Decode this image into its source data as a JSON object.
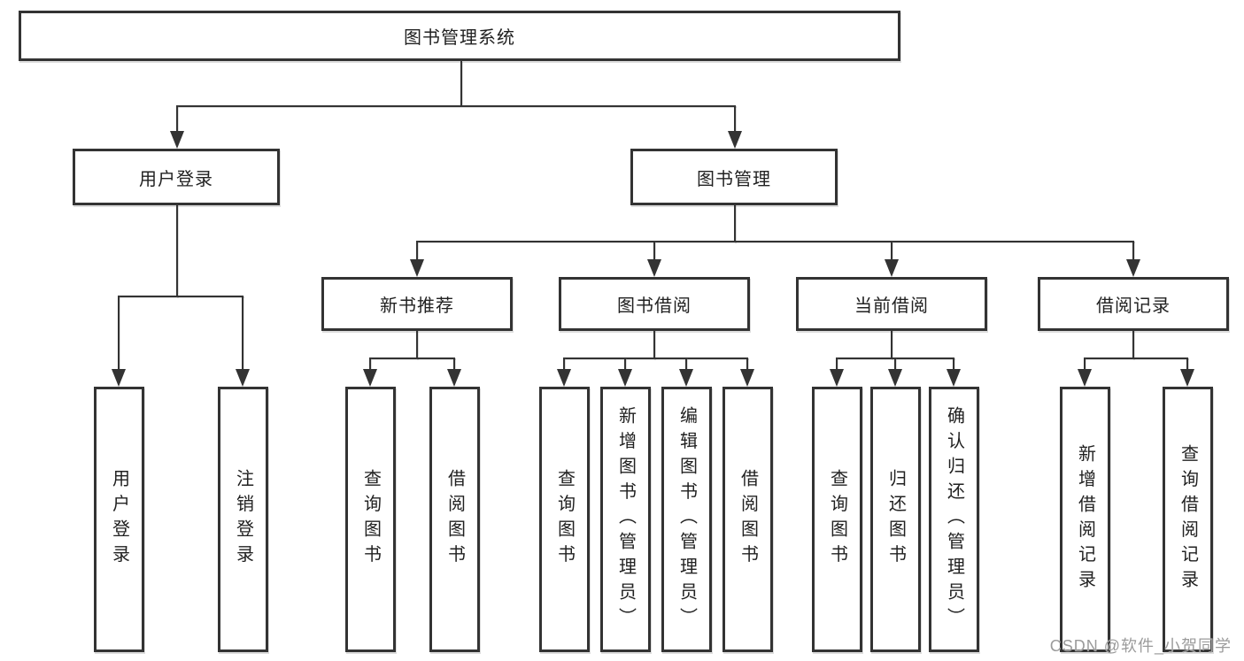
{
  "colors": {
    "line": "#333333",
    "text": "#212121",
    "background": "#ffffff",
    "watermark_color": "#9b9b9b"
  },
  "tree": {
    "root": "图书管理系统",
    "branches": [
      {
        "label": "用户登录",
        "children": [
          "用户登录",
          "注销登录"
        ]
      },
      {
        "label": "图书管理",
        "groups": [
          {
            "label": "新书推荐",
            "children": [
              "查询图书",
              "借阅图书"
            ]
          },
          {
            "label": "图书借阅",
            "children": [
              "查询图书",
              "新增图书（管理员）",
              "编辑图书（管理员）",
              "借阅图书"
            ]
          },
          {
            "label": "当前借阅",
            "children": [
              "查询图书",
              "归还图书",
              "确认归还（管理员）"
            ]
          },
          {
            "label": "借阅记录",
            "children": [
              "新增借阅记录",
              "查询借阅记录"
            ]
          }
        ]
      }
    ]
  },
  "watermark": "CSDN @软件_小贺同学"
}
